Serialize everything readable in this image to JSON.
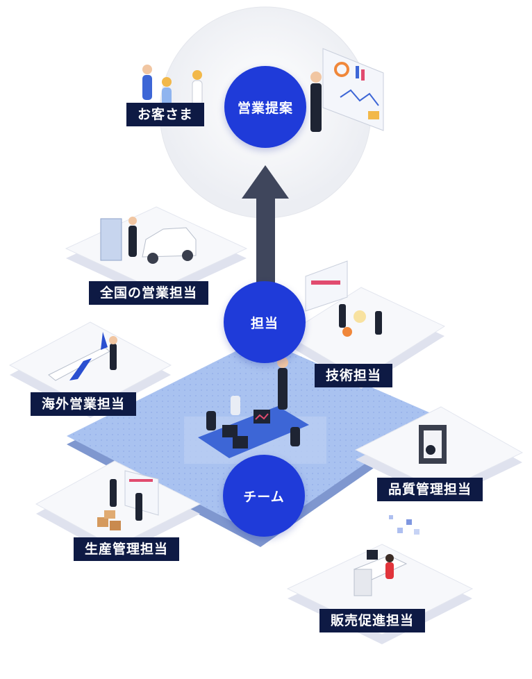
{
  "center": {
    "proposal_label": "営業提案",
    "manager_label": "担当",
    "team_label": "チーム"
  },
  "units": {
    "customers": "お客さま",
    "nationwide_sales": "全国の営業担当",
    "overseas_sales": "海外営業担当",
    "technical": "技術担当",
    "quality_control": "品質管理担当",
    "production_control": "生産管理担当",
    "sales_promotion": "販売促進担当"
  },
  "colors": {
    "circle": "#1f3bd9",
    "label_bg": "#0e1a44",
    "arrow": "#3f465c",
    "floor": "#a9c2f0",
    "platform": "#f7f8fb",
    "platform_shadow": "#dfe2ee"
  }
}
